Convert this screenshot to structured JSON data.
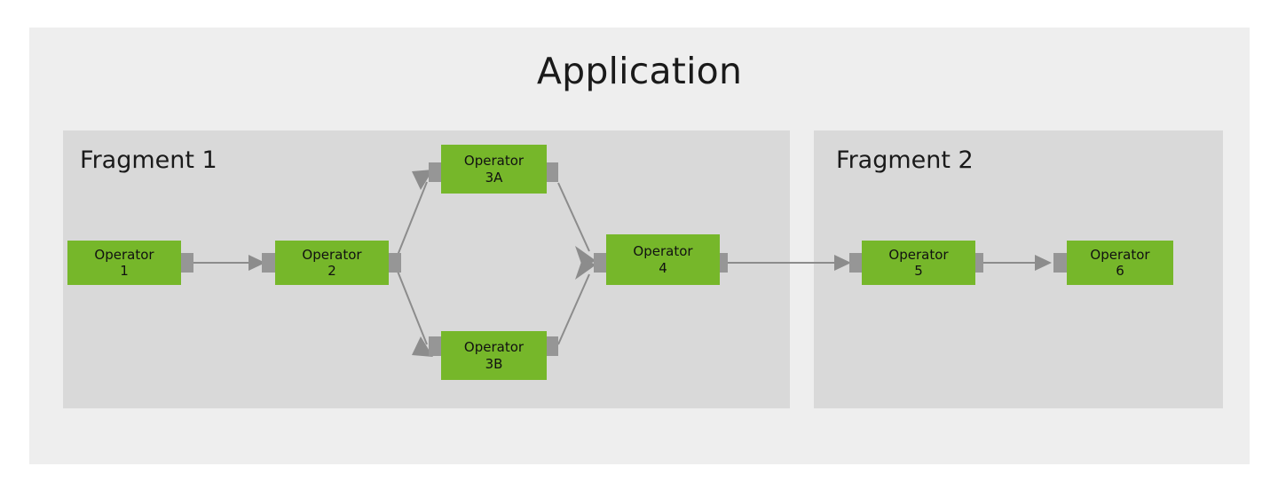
{
  "diagram": {
    "type": "dataflow-graph",
    "title": "Application",
    "background_color": "#ffffff",
    "container_color": "#eeeeee",
    "fragment_color": "#d9d9d9",
    "node_color": "#76b72a",
    "port_color": "#969696",
    "edge_color": "#8c8c8c",
    "text_color": "#1a1a1a"
  },
  "app": {
    "title": "Application"
  },
  "fragments": [
    {
      "id": "fragment-1",
      "label": "Fragment 1"
    },
    {
      "id": "fragment-2",
      "label": "Fragment 2"
    }
  ],
  "operators": [
    {
      "id": "operator-1",
      "name": "Operator",
      "number": "1",
      "fragment": "fragment-1",
      "has_input": false,
      "has_output": true
    },
    {
      "id": "operator-2",
      "name": "Operator",
      "number": "2",
      "fragment": "fragment-1",
      "has_input": true,
      "has_output": true
    },
    {
      "id": "operator-3a",
      "name": "Operator",
      "number": "3A",
      "fragment": "fragment-1",
      "has_input": true,
      "has_output": true
    },
    {
      "id": "operator-3b",
      "name": "Operator",
      "number": "3B",
      "fragment": "fragment-1",
      "has_input": true,
      "has_output": true
    },
    {
      "id": "operator-4",
      "name": "Operator",
      "number": "4",
      "fragment": "fragment-1",
      "has_input": true,
      "has_output": true
    },
    {
      "id": "operator-5",
      "name": "Operator",
      "number": "5",
      "fragment": "fragment-2",
      "has_input": true,
      "has_output": true
    },
    {
      "id": "operator-6",
      "name": "Operator",
      "number": "6",
      "fragment": "fragment-2",
      "has_input": true,
      "has_output": false
    }
  ],
  "edges": [
    {
      "id": "edge-1-2",
      "from": "operator-1",
      "to": "operator-2",
      "shape": "straight"
    },
    {
      "id": "edge-2-3a",
      "from": "operator-2",
      "to": "operator-3a",
      "shape": "diagonal-up"
    },
    {
      "id": "edge-2-3b",
      "from": "operator-2",
      "to": "operator-3b",
      "shape": "diagonal-down"
    },
    {
      "id": "edge-3a-4",
      "from": "operator-3a",
      "to": "operator-4",
      "shape": "diagonal-down"
    },
    {
      "id": "edge-3b-4",
      "from": "operator-3b",
      "to": "operator-4",
      "shape": "diagonal-up"
    },
    {
      "id": "edge-4-5",
      "from": "operator-4",
      "to": "operator-5",
      "shape": "straight",
      "crosses_fragments": true
    },
    {
      "id": "edge-5-6",
      "from": "operator-5",
      "to": "operator-6",
      "shape": "straight"
    }
  ]
}
